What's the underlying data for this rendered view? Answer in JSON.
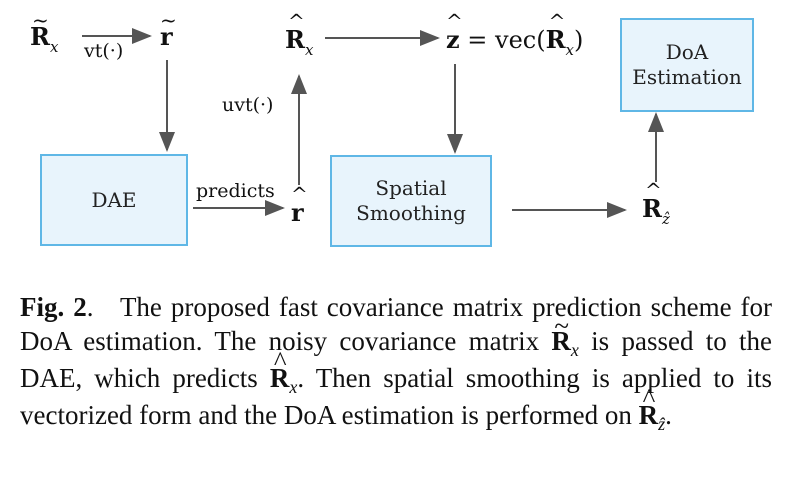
{
  "diagram": {
    "nodes": {
      "r_tilde_x": {
        "symbol": "R",
        "accent": "~",
        "subscript": "x"
      },
      "r_tilde": {
        "symbol": "r",
        "accent": "~"
      },
      "r_hat_x": {
        "symbol": "R",
        "accent": "^",
        "subscript": "x"
      },
      "z_hat": {
        "symbol": "z",
        "accent": "^",
        "expression": "= vec(",
        "inner_symbol": "R",
        "inner_accent": "^",
        "inner_subscript": "x",
        "close": ")"
      },
      "r_hat": {
        "symbol": "r",
        "accent": "^"
      },
      "r_hat_z": {
        "symbol": "R",
        "accent": "^",
        "subscript": "ẑ"
      }
    },
    "boxes": {
      "dae": {
        "label": "DAE"
      },
      "spatial_smoothing": {
        "line1": "Spatial",
        "line2": "Smoothing"
      },
      "doa_estimation": {
        "line1": "DoA",
        "line2": "Estimation"
      }
    },
    "edge_labels": {
      "vt": "vt(·)",
      "uvt": "uvt(·)",
      "predicts": "predicts"
    },
    "colors": {
      "box_fill": "#e8f4fc",
      "box_border": "#5fb7e6",
      "arrow": "#555555"
    }
  },
  "caption": {
    "label": "Fig. 2",
    "label_punct": ".",
    "part1": "The proposed fast covariance matrix prediction scheme for DoA estimation. The noisy covariance matrix",
    "part2": "is passed to the DAE, which predicts",
    "part3": ". Then spatial smoothing is applied to its vectorized form and the DoA estimation is performed on",
    "part4": ".",
    "sym_r_tilde_x": {
      "symbol": "R",
      "subscript": "x"
    },
    "sym_r_hat_x": {
      "symbol": "R",
      "subscript": "x"
    },
    "sym_r_hat_z": {
      "symbol": "R",
      "subscript": "ẑ"
    }
  }
}
